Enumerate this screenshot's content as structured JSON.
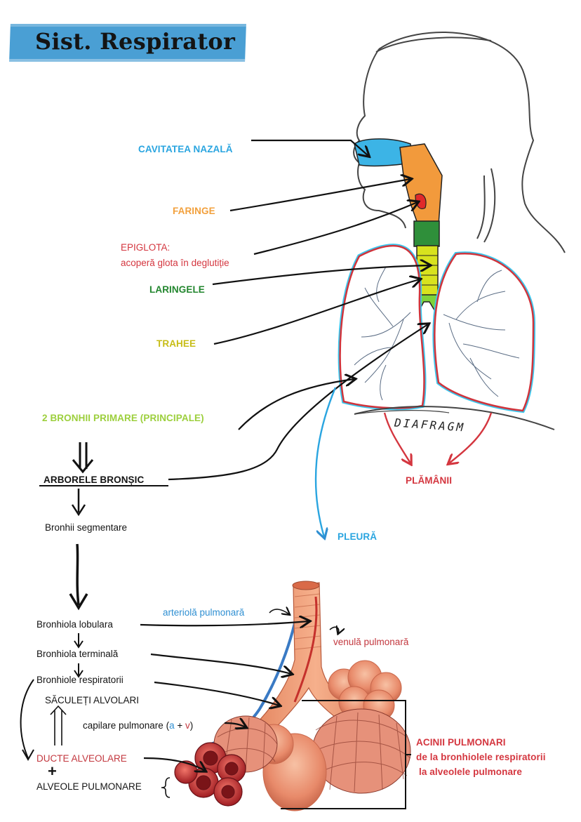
{
  "title": "Sist. Respirator",
  "labels": {
    "cavitatea_nazala": "CAVITATEA NAZALĂ",
    "faringe": "FARINGE",
    "epiglota": "EPIGLOTA:",
    "epiglota_desc": "acoperă glota în deglutiție",
    "laringele": "LARINGELE",
    "trahee": "TRAHEE",
    "bronhii_primare": "2 BRONHII PRIMARE (PRINCIPALE)",
    "arborele_bronsic": "ARBORELE BRONȘIC",
    "bronhii_segmentare": "Bronhii segmentare",
    "diafragm": "DIAFRAGM",
    "plamanii": "PLĂMÂNII",
    "pleura": "PLEURĂ",
    "arteriola": "arteriolă pulmonară",
    "venula": "venulă pulmonară",
    "bronhiola_lobulara": "Bronhiola lobulara",
    "bronhiola_terminala": "Bronhiola terminală",
    "bronhiole_respiratorii": "Bronhiole respiratorii",
    "saculeti": "SĂCULEȚI ALVOLARI",
    "capilare_pre": "capilare pulmonare (",
    "capilare_a": "a",
    "capilare_plus": " + ",
    "capilare_v": "v",
    "capilare_post": ")",
    "ducte": "DUCTE ALVEOLARE",
    "plus_sign": "+",
    "alveole": "ALVEOLE PULMONARE",
    "acinii_title": "ACINII PULMONARI",
    "acinii_line1": "de la bronhiolele respiratorii",
    "acinii_line2": "la alveolele pulmonare"
  },
  "colors": {
    "banner": "#4a9fd4",
    "nasal": "#3cb4e6",
    "pharynx": "#f29a3c",
    "epiglottis": "#e02a2a",
    "larynx": "#2f8f3a",
    "trachea": "#d8e21e",
    "bronchi": "#7ed23a",
    "lung_outline": "#d0343c",
    "pleura": "#3cc8ee"
  }
}
